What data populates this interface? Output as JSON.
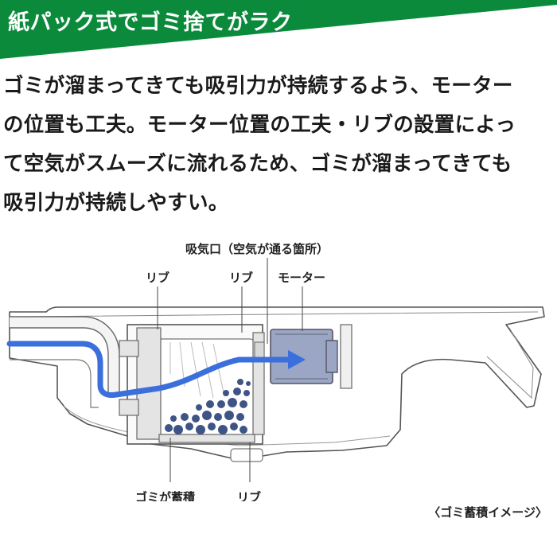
{
  "header": {
    "title": "紙パック式でゴミ捨てがラク",
    "color": "#0c8a3c"
  },
  "description": {
    "lines": [
      "ゴミが溜まってきても吸引力が持続するよう、モーター",
      "の位置も工夫。モーター位置の工夫・リブの設置によっ",
      "て空気がスムーズに流れるため、ゴミが溜まってきても",
      "吸引力が持続しやすい。"
    ]
  },
  "diagram": {
    "labels": {
      "air_inlet": "吸気口（空気が通る箇所）",
      "rib_left": "リブ",
      "rib_center": "リブ",
      "motor": "モーター",
      "dust": "ゴミが蓄積",
      "rib_bottom": "リブ"
    },
    "colors": {
      "airflow": "#3a6fdc",
      "motor": "#9aa6c4",
      "dust": "#3f5486"
    }
  },
  "caption": "〈ゴミ蓄積イメージ〉"
}
